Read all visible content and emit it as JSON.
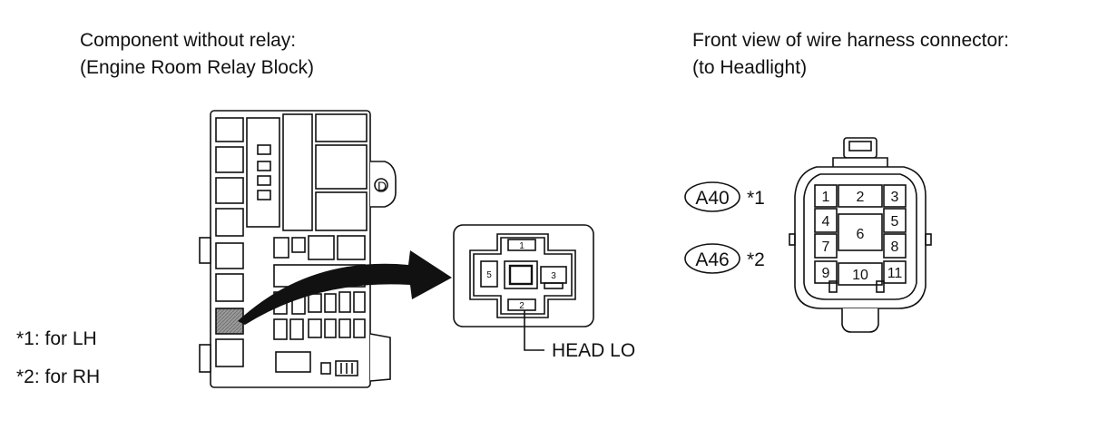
{
  "left_caption": {
    "line1": "Component without relay:",
    "line2": "(Engine Room Relay Block)"
  },
  "right_caption": {
    "line1": "Front view of wire harness connector:",
    "line2": "(to Headlight)"
  },
  "notes": {
    "lh": "*1: for LH",
    "rh": "*2: for RH"
  },
  "relay_block": {
    "socket_terminals": [
      "1",
      "2",
      "3",
      "5"
    ],
    "callout_label": "HEAD LO",
    "side_letter": "D"
  },
  "connector_codes": [
    {
      "code": "A40",
      "note": "*1"
    },
    {
      "code": "A46",
      "note": "*2"
    }
  ],
  "connector_pins": [
    "1",
    "2",
    "3",
    "4",
    "5",
    "6",
    "7",
    "8",
    "9",
    "10",
    "11"
  ]
}
